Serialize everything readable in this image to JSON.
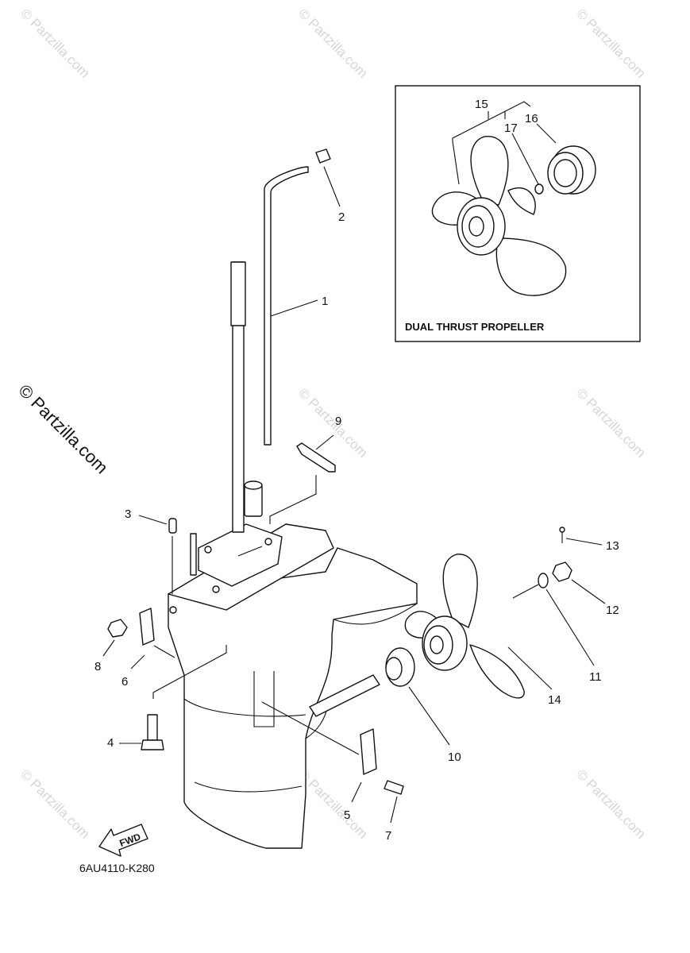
{
  "watermark": {
    "text": "© Partzilla.com",
    "color": "#d6d6d6"
  },
  "side_credit": "© Partzilla.com",
  "diagram_code": "6AU4110-K280",
  "fwd_label": "FWD",
  "inset": {
    "title": "DUAL THRUST PROPELLER"
  },
  "callouts": {
    "c1": "1",
    "c2": "2",
    "c3": "3",
    "c4": "4",
    "c5": "5",
    "c6": "6",
    "c7": "7",
    "c8": "8",
    "c9": "9",
    "c10": "10",
    "c11": "11",
    "c12": "12",
    "c13": "13",
    "c14": "14",
    "c15": "15",
    "c16": "16",
    "c17": "17"
  }
}
